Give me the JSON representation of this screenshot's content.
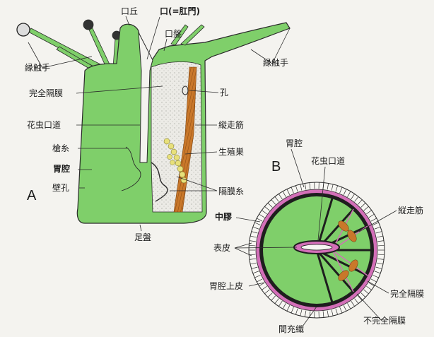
{
  "colors": {
    "body_green": "#7fcf6a",
    "muscle_orange": "#c9782a",
    "gonad_yellow": "#e8e07a",
    "mesoglea_pink": "#d36fb8",
    "dark_ring": "#1e1e1e",
    "outline": "#2a2a2a"
  },
  "figure_a": {
    "letter": "A",
    "labels": {
      "mouth_hill": "口丘",
      "mouth": "口(=肛門)",
      "oral_disc": "口盤",
      "tentacles_left": "縁触手",
      "tentacles_right": "縁触手",
      "complete_septum": "完全隔膜",
      "pore": "孔",
      "pharynx": "花虫口道",
      "longitudinal_muscle": "縦走筋",
      "acontia": "槍糸",
      "gonad": "生殖巣",
      "gastric_cavity": "胃腔",
      "septal_filament": "隔膜糸",
      "wall_pore": "壁孔",
      "pedal_disc": "足盤"
    }
  },
  "figure_b": {
    "letter": "B",
    "labels": {
      "gastric_cavity": "胃腔",
      "pharynx": "花虫口道",
      "longitudinal_muscle": "縦走筋",
      "mesoglea": "中膠",
      "epidermis": "表皮",
      "gastrodermis": "胃腔上皮",
      "complete_septum": "完全隔膜",
      "incomplete_septum": "不完全隔膜",
      "mesenchyme": "間充織"
    }
  }
}
